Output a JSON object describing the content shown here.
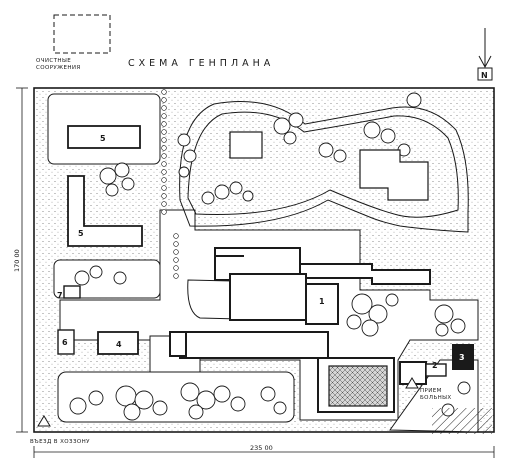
{
  "title": "СХЕМА ГЕНПЛАНА",
  "treatment_facilities": {
    "line1": "ОЧИСТНЫЕ",
    "line2": "СООРУЖЕНИЯ"
  },
  "north_marker": "N",
  "dimensions": {
    "horizontal": "235 00",
    "vertical": "170 00"
  },
  "entrances": {
    "utility": "ВЪЕЗД В ХОЗЗОНУ",
    "patients": {
      "line1": "ПРИЕМ",
      "line2": "БОЛЬНЫХ"
    }
  },
  "building_numbers": {
    "b1": "1",
    "b2": "2",
    "b3": "3",
    "b4": "4",
    "b5a": "5",
    "b5b": "5",
    "b6": "6",
    "b7": "7"
  },
  "colors": {
    "ink": "#1a1a1a",
    "paper": "#ffffff",
    "hatch": "#bdbdbd"
  },
  "icons": [
    "north-arrow-icon",
    "entrance-triangle-icon"
  ]
}
